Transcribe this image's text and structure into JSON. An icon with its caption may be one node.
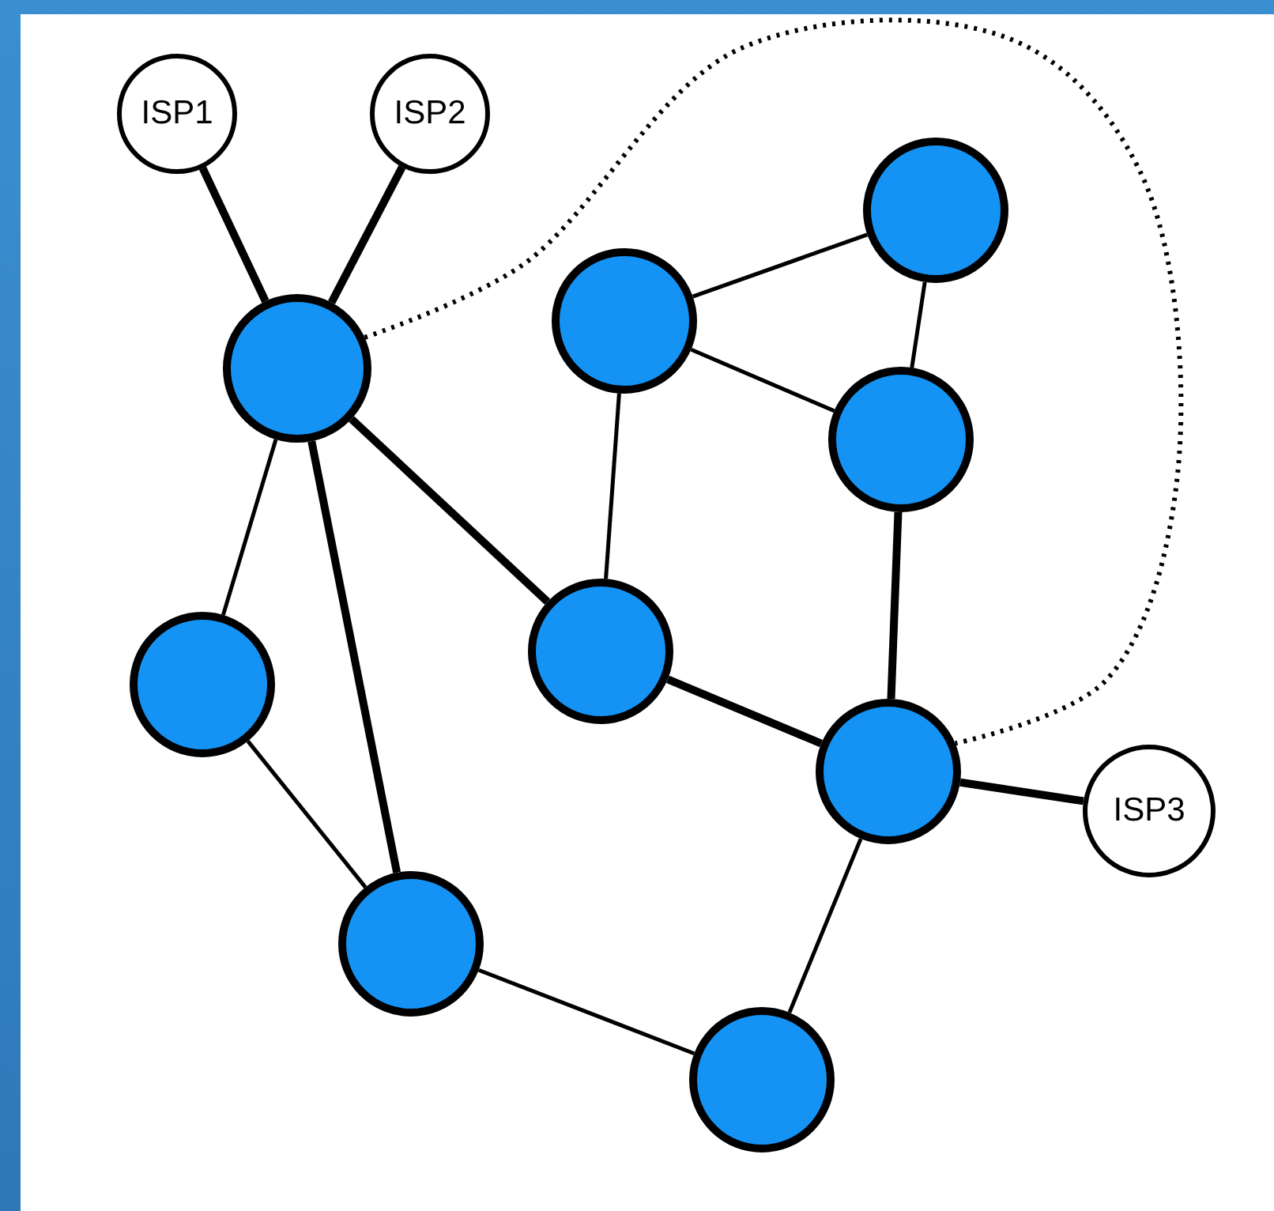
{
  "diagram": {
    "nodes": [
      {
        "text": [
          "ISP1"
        ]
      },
      {
        "text": [
          "ISP2"
        ]
      },
      {
        "text": [],
        "shape": "circle"
      },
      {
        "text": [],
        "shape": "circle"
      },
      {
        "text": [],
        "shape": "circle"
      },
      {
        "text": [],
        "shape": "circle"
      },
      {
        "text": [],
        "shape": "circle"
      },
      {
        "text": [],
        "shape": "circle"
      },
      {
        "text": [],
        "shape": "circle"
      },
      {
        "text": [
          "ISP3"
        ]
      },
      {
        "text": [],
        "shape": "circle"
      },
      {
        "text": [],
        "shape": "circle"
      }
    ],
    "edges": [
      {
        "from": 0,
        "to": 2,
        "arrow": "none",
        "style": "thick"
      },
      {
        "from": 1,
        "to": 2,
        "arrow": "none",
        "style": "thick"
      },
      {
        "from": 2,
        "to": 8,
        "arrow": "none",
        "style": "dashed"
      },
      {
        "from": 2,
        "to": 6,
        "arrow": "none"
      },
      {
        "from": 2,
        "to": 10,
        "arrow": "none",
        "style": "thick"
      },
      {
        "from": 2,
        "to": 7,
        "arrow": "none",
        "style": "thick"
      },
      {
        "from": 4,
        "to": 3,
        "arrow": "none"
      },
      {
        "from": 4,
        "to": 5,
        "arrow": "none"
      },
      {
        "from": 4,
        "to": 7,
        "arrow": "none"
      },
      {
        "from": 3,
        "to": 5,
        "arrow": "none"
      },
      {
        "from": 5,
        "to": 8,
        "arrow": "none",
        "style": "thick"
      },
      {
        "from": 7,
        "to": 8,
        "arrow": "none",
        "style": "thick"
      },
      {
        "from": 8,
        "to": 9,
        "arrow": "none",
        "style": "thick"
      },
      {
        "from": 8,
        "to": 11,
        "arrow": "none"
      },
      {
        "from": 6,
        "to": 10,
        "arrow": "none"
      },
      {
        "from": 10,
        "to": 11,
        "arrow": "none"
      }
    ]
  }
}
